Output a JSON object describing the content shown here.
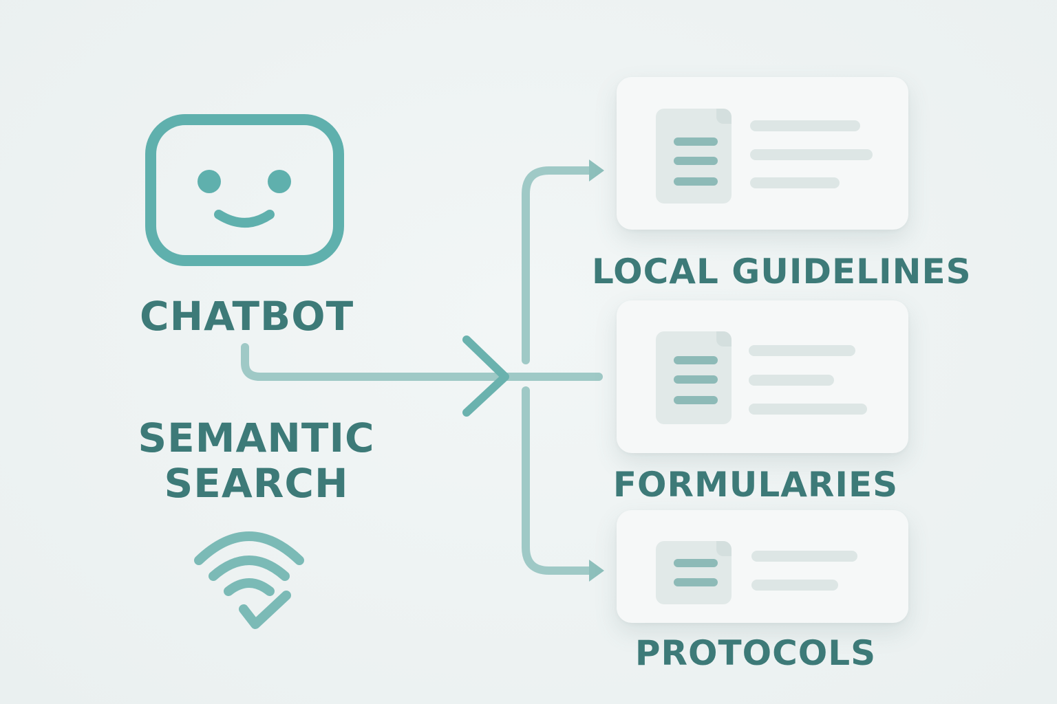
{
  "labels": {
    "chatbot": "CHATBOT",
    "semantic_search": [
      "SEMANTIC",
      "SEARCH"
    ]
  },
  "sources": [
    {
      "title": "LOCAL GUIDELINES",
      "icon": "document-icon"
    },
    {
      "title": "FORMULARIES",
      "icon": "document-icon"
    },
    {
      "title": "PROTOCOLS",
      "icon": "document-icon"
    }
  ],
  "icons": {
    "chatbot": "robot-face-icon",
    "semantic_search": "signal-check-icon"
  },
  "colors": {
    "background": "#edf2f2",
    "accent": "#5fb0ad",
    "text": "#3d7a78",
    "connector": "#9fc9c6",
    "card": "#f6f8f8"
  }
}
